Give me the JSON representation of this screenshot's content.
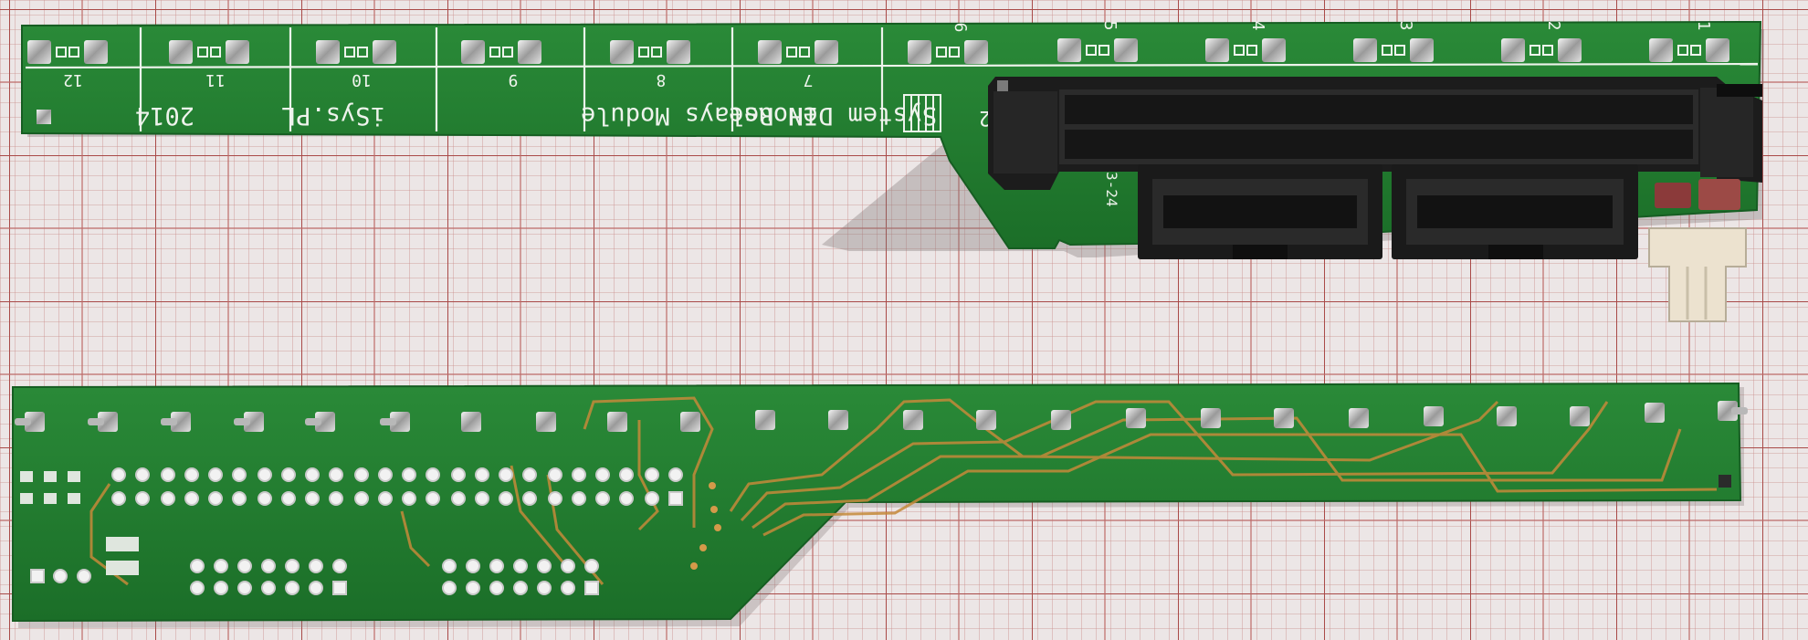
{
  "photo": {
    "background_color": "#ece6e6",
    "grid_color": "#b8504e",
    "pcb_color": "#1f7a2e",
    "silkscreen_color": "#eef3ec",
    "connector_color": "#1c1c1c"
  },
  "top_board": {
    "module_text_line1": "eHouse",
    "module_text_line2": "System DIN Relays Module",
    "module_text_line3": "iSys.PL",
    "module_text_line4": "2014",
    "pin_label_32": "32",
    "pin_label_side": "3-24",
    "channel_labels": [
      "12",
      "11",
      "10",
      "9",
      "8",
      "7",
      "6",
      "5",
      "4",
      "3",
      "2",
      "1"
    ]
  }
}
